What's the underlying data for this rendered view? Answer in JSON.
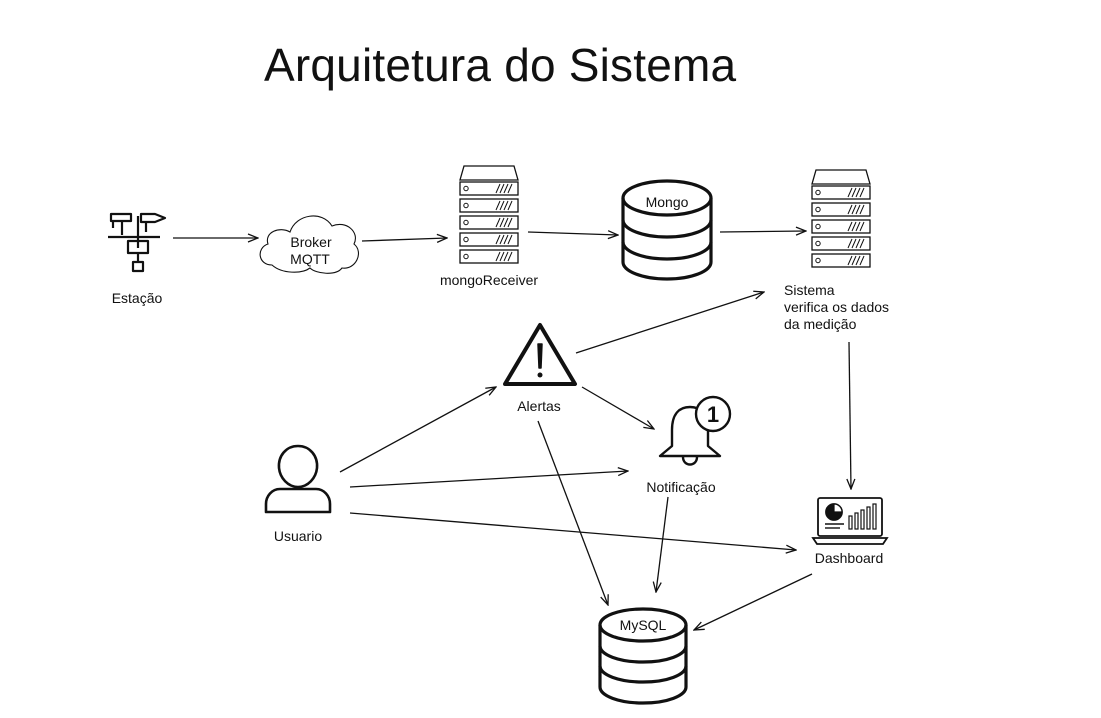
{
  "title": "Arquitetura do Sistema",
  "nodes": {
    "estacao": "Estação",
    "broker_line1": "Broker",
    "broker_line2": "MQTT",
    "mongo_receiver": "mongoReceiver",
    "mongo": "Mongo",
    "sistema_line1": "Sistema",
    "sistema_line2": "verifica os dados",
    "sistema_line3": "da medição",
    "alertas": "Alertas",
    "notificacao": "Notificação",
    "notification_count": "1",
    "usuario": "Usuario",
    "dashboard": "Dashboard",
    "mysql": "MySQL"
  },
  "icons": {
    "estacao": "weather-station-icon",
    "broker": "cloud-icon",
    "mongo_receiver": "server-rack-icon",
    "mongo": "database-icon",
    "sistema": "server-rack-icon",
    "alertas": "warning-triangle-icon",
    "notificacao": "bell-badge-icon",
    "usuario": "user-icon",
    "dashboard": "laptop-dashboard-icon",
    "mysql": "database-icon"
  },
  "edges": [
    {
      "from": "estacao",
      "to": "broker"
    },
    {
      "from": "broker",
      "to": "mongo_receiver"
    },
    {
      "from": "mongo_receiver",
      "to": "mongo"
    },
    {
      "from": "mongo",
      "to": "sistema"
    },
    {
      "from": "alertas",
      "to": "sistema"
    },
    {
      "from": "sistema",
      "to": "dashboard"
    },
    {
      "from": "alertas",
      "to": "notificacao"
    },
    {
      "from": "usuario",
      "to": "alertas"
    },
    {
      "from": "usuario",
      "to": "notificacao"
    },
    {
      "from": "usuario",
      "to": "dashboard"
    },
    {
      "from": "alertas",
      "to": "mysql"
    },
    {
      "from": "notificacao",
      "to": "mysql"
    },
    {
      "from": "dashboard",
      "to": "mysql"
    }
  ]
}
